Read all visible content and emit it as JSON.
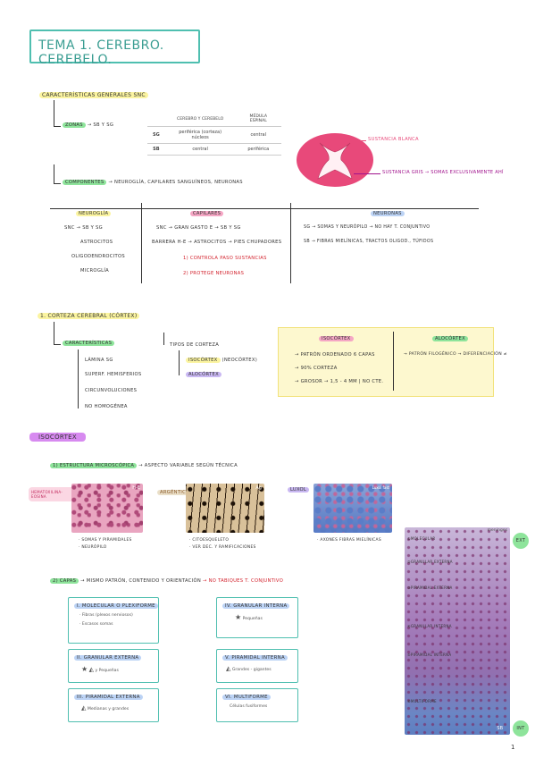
{
  "page_title": "TEMA 1. CEREBRO. CEREBELO.",
  "caracteristicas": {
    "heading": "CARACTERÍSTICAS GENERALES SNC",
    "zonas": "ZONAS",
    "zonas_rest": "→ SB y SG",
    "componentes": "COMPONENTES",
    "componentes_rest": "→ NEUROGLÍA, CAPILARES SANGUÍNEOS, NEURONAS"
  },
  "table": {
    "h1": "CEREBRO Y CEREBELO",
    "h2": "MÉDULA ESPINAL",
    "r1": [
      "SG",
      "periférica (corteza) núcleos",
      "central"
    ],
    "r2": [
      "SB",
      "central",
      "periférica"
    ]
  },
  "spinal": {
    "sb": "SUSTANCIA BLANCA",
    "sg": "SUSTANCIA GRIS → SOMAS EXCLUSIVAMENTE AHÍ"
  },
  "cols": {
    "neuroglia": {
      "title": "NEUROGLÍA",
      "items": [
        "SNC → SB y SG",
        "ASTROCITOS",
        "OLIGODENDROCITOS",
        "MICROGLÍA"
      ]
    },
    "capilares": {
      "title": "CAPILARES",
      "line1": "SNC → GRAN GASTO E → SB y SG",
      "line2": "BARRERA H-E → ASTROCITOS → PIES CHUPADORES",
      "line3": "1) CONTROLA PASO SUSTANCIAS",
      "line4": "2) PROTEGE NEURONAS"
    },
    "neuronas": {
      "title": "NEURONAS",
      "line1": "SG → SOMAS y NEURÓPILO → NO HAY T. CONJUNTIVO",
      "line2": "SB → FIBRAS MIELÍNICAS, TRACTOS OLIGOD., TÚFIDOS"
    }
  },
  "corteza": {
    "heading": "1. CORTEZA CEREBRAL (CÓRTEX)",
    "caract": "CARACTERÍSTICAS",
    "c1": "LÁMINA SG",
    "c2": "SUPERF. HEMISFERIOS",
    "c3": "CIRCUNVOLUCIONES",
    "c4": "NO HOMOGÉNEA",
    "tipos": "TIPOS DE CORTEZA",
    "t1": "ISOCÓRTEX",
    "t1b": "(NEOCÓRTEX)",
    "t2": "ALOCÓRTEX"
  },
  "compare": {
    "iso": "ISOCÓRTEX",
    "alo": "ALOCÓRTEX",
    "iso1": "→ PATRÓN ORDENADO 6 CAPAS",
    "iso2": "→ 90% CORTEZA",
    "iso3": "→ GROSOR → 1,5 - 4 mm | NO CTE.",
    "alo1": "→ PATRÓN FILOGÉNICO → DIFERENCIACIÓN ≠"
  },
  "isocortex": {
    "heading": "ISOCÓRTEX",
    "estructura": "1) ESTRUCTURA MICROSCÓPICA",
    "estructura_rest": "→ ASPECTO VARIABLE SEGÚN TÉCNICA",
    "he_label": "HEMATOXILINA-EOSINA",
    "he_code": "H-E",
    "argenta": "ARGÉNTICA",
    "ag_code": "Ag",
    "luxol": "LUXOL",
    "luxol_code": "Luxol fast",
    "cap_he1": "· SOMAS Y PIRAMIDALES",
    "cap_he2": "· NEURÓPILO",
    "cap_ag1": "· CITOESQUELETO",
    "cap_ag2": "· VER DEC. Y RAMIFICACIONES",
    "cap_lx": "· AXONES FIBRAS MIELÍNICAS",
    "capas": "2) CAPAS",
    "capas_rest": "→ MISMO PATRÓN, CONTENIDO Y ORIENTACIÓN",
    "capas_red": "→ NO TABIQUES T. CONJUNTIVO"
  },
  "layers": {
    "l1_title": "I. MOLECULAR O PLEXIFORME",
    "l1_sub1": "· Fibras (plexos nerviosos)",
    "l1_sub2": "· Escasos somas",
    "l2_title": "II. GRANULAR EXTERNA",
    "l2_sub": "y Pequeñas",
    "l3_title": "III. PIRAMIDAL EXTERNA",
    "l3_sub": "Medianas y grandes",
    "l4_title": "IV. GRANULAR INTERNA",
    "l4_sub": "Pequeñas",
    "l5_title": "V. PIRAMIDAL INTERNA",
    "l5_sub": "Grandes - gigantes",
    "l6_title": "VI. MULTIFORME",
    "l6_sub": "Células fusiformes"
  },
  "micro": {
    "meninges": "meninges",
    "ext": "EXT",
    "int": "INT",
    "sb": "SB",
    "labels": [
      "①MOLECULAR",
      "②GRANULAR EXTERNA",
      "③PIRAMIDAL EXTERNA",
      "④GRANULAR INTERNA",
      "⑤PIRAMIDAL INTERNA",
      "⑥MULTIFORME"
    ]
  },
  "page_number": "1",
  "colors": {
    "teal": "#4fbfb0",
    "red": "#d21f2a",
    "pink": "#e8497a"
  }
}
